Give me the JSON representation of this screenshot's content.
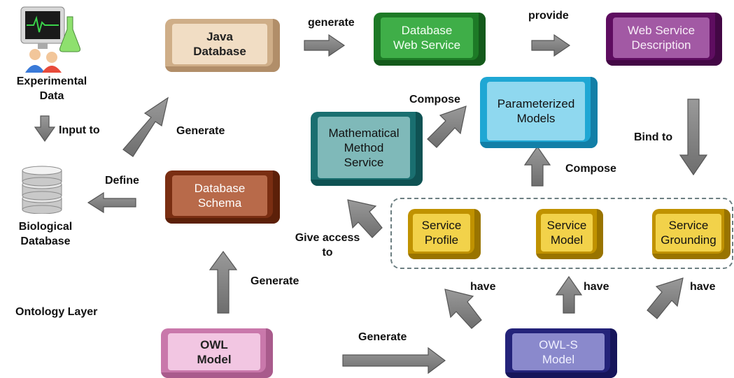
{
  "nodes": {
    "experimental_data": "Experimental\nData",
    "biological_database": "Biological\nDatabase",
    "ontology_layer": "Ontology Layer",
    "java_database": "Java\nDatabase",
    "database_schema": "Database\nSchema",
    "owl_model": "OWL\nModel",
    "database_web_service": "Database\nWeb Service",
    "web_service_description": "Web Service\nDescription",
    "parameterized_models": "Parameterized\nModels",
    "mathematical_method_service": "Mathematical\nMethod\nService",
    "service_profile": "Service\nProfile",
    "service_model": "Service\nModel",
    "service_grounding": "Service\nGrounding",
    "owl_s_model": "OWL-S\nModel"
  },
  "edges": {
    "input_to": "Input to",
    "define": "Define",
    "generate_java": "Generate",
    "generate_schema": "Generate",
    "generate_owls": "Generate",
    "generate_ws": "generate",
    "provide": "provide",
    "compose_top": "Compose",
    "compose_right": "Compose",
    "bind_to": "Bind to",
    "give_access_to": "Give access\nto",
    "have_1": "have",
    "have_2": "have",
    "have_3": "have"
  },
  "colors": {
    "java_database": "#dcbf9c",
    "database_schema": "#8b3a1a",
    "owl_model": "#d78fbd",
    "database_web_service": "#1e8a2a",
    "web_service_description": "#6e1270",
    "parameterized_models": "#22aedb",
    "mathematical_method_service": "#1f7f80",
    "service_boxes": "#c9a10a",
    "owl_s_model": "#2d2b8a",
    "arrow": "#7f7f7f"
  }
}
